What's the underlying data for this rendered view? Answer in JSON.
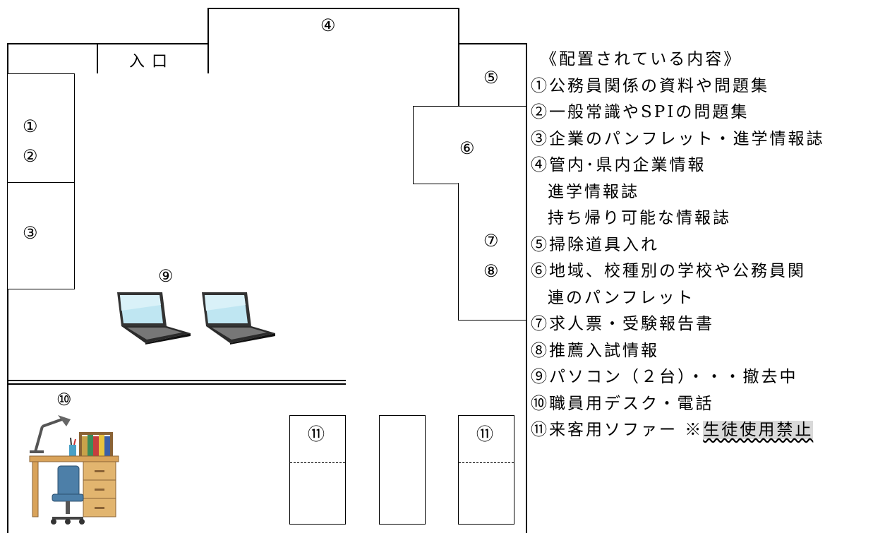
{
  "floorplan": {
    "entrance": "入口",
    "markers": {
      "m1": "①",
      "m2": "②",
      "m3": "③",
      "m4": "④",
      "m5": "⑤",
      "m6": "⑥",
      "m7": "⑦",
      "m8": "⑧",
      "m9": "⑨",
      "m10": "⑩",
      "m11": "⑪"
    }
  },
  "legend": {
    "title": "《配置されている内容》",
    "items": [
      "①公務員関係の資料や問題集",
      "②一般常識やSPIの問題集",
      "③企業のパンフレット・進学情報誌",
      "④管内･県内企業情報",
      "進学情報誌",
      "持ち帰り可能な情報誌",
      "⑤掃除道具入れ",
      "⑥地域、校種別の学校や公務員関",
      "連のパンフレット",
      "⑦求人票・受験報告書",
      "⑧推薦入試情報",
      "⑨パソコン（２台）・・・撤去中",
      "⑩職員用デスク・電話"
    ],
    "last_item_prefix": "⑪来客用ソファー ※",
    "last_item_highlight": "生徒使用禁止"
  }
}
